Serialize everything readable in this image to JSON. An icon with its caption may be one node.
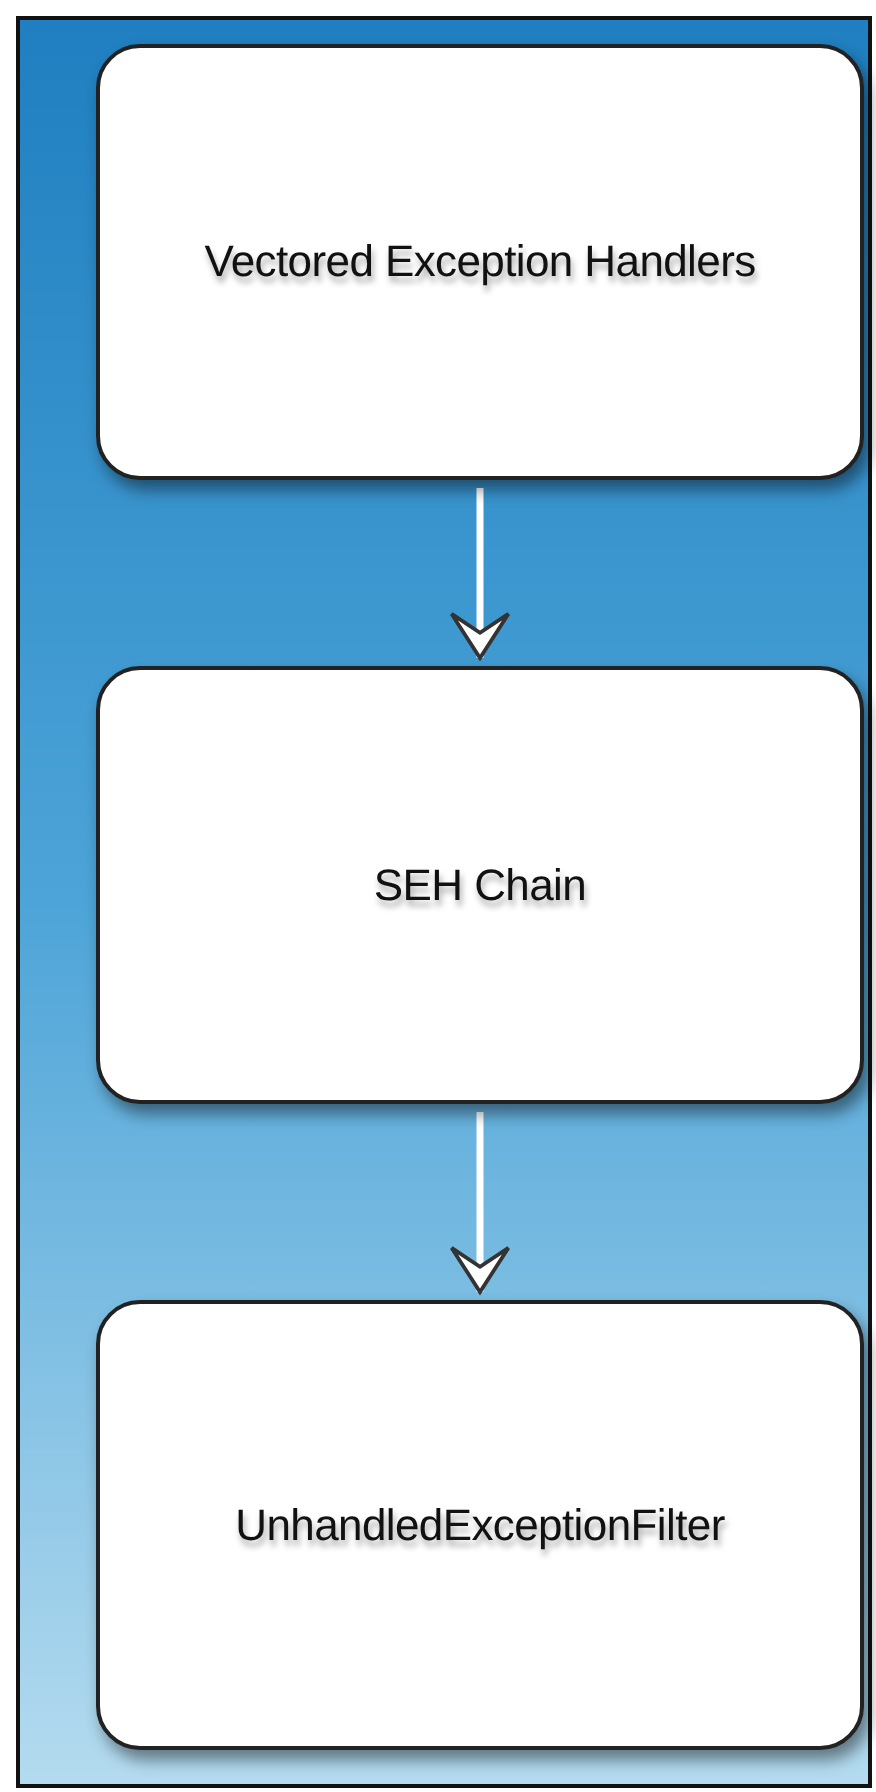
{
  "diagram": {
    "nodes": [
      {
        "text": [
          "Vectored Exception Handlers"
        ]
      },
      {
        "text": [
          "SEH Chain"
        ]
      },
      {
        "text": [
          "UnhandledExceptionFilter"
        ]
      }
    ],
    "edges": [
      {
        "from": 0,
        "to": 1,
        "arrow": "to"
      },
      {
        "from": 1,
        "to": 2,
        "arrow": "to"
      }
    ]
  }
}
